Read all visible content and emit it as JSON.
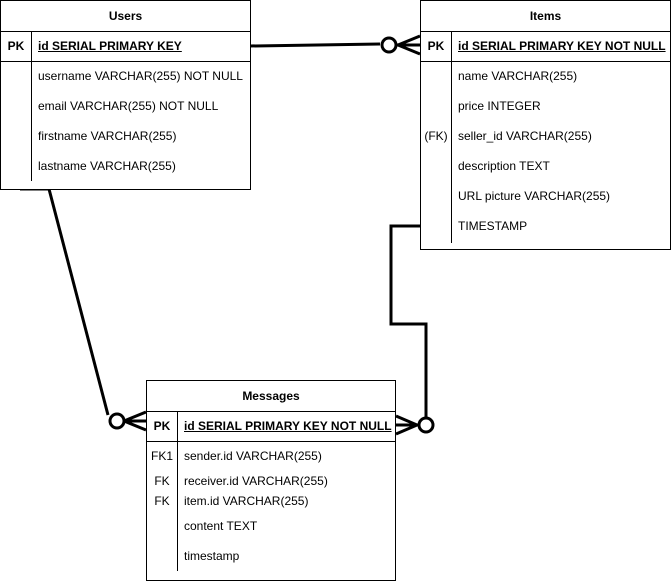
{
  "users": {
    "title": "Users",
    "pk_key": "PK",
    "pk_field": "id SERIAL PRIMARY KEY ",
    "fields": [
      {
        "key": "",
        "text": "username  VARCHAR(255) NOT NULL"
      },
      {
        "key": "",
        "text": "email VARCHAR(255) NOT NULL"
      },
      {
        "key": "",
        "text": "firstname VARCHAR(255)"
      },
      {
        "key": "",
        "text": "lastname VARCHAR(255)"
      }
    ]
  },
  "items": {
    "title": "Items",
    "pk_key": "PK",
    "pk_field": "id SERIAL PRIMARY KEY NOT NULL",
    "fields": [
      {
        "key": "",
        "text": "name VARCHAR(255)"
      },
      {
        "key": "",
        "text": "price INTEGER"
      },
      {
        "key": "(FK)",
        "text": "seller_id VARCHAR(255)"
      },
      {
        "key": "",
        "text": "description TEXT"
      },
      {
        "key": "",
        "text": "URL picture VARCHAR(255)"
      },
      {
        "key": "",
        "text": "TIMESTAMP"
      }
    ]
  },
  "messages": {
    "title": "Messages",
    "pk_key": "PK",
    "pk_field": "id SERIAL PRIMARY KEY NOT NULL",
    "fields": [
      {
        "key": "FK1",
        "text": "sender.id VARCHAR(255)"
      },
      {
        "key": "FK",
        "text": "receiver.id VARCHAR(255)"
      },
      {
        "key": "FK",
        "text": "item.id VARCHAR(255)"
      },
      {
        "key": "",
        "text": "content TEXT"
      },
      {
        "key": "",
        "text": "timestamp"
      }
    ]
  },
  "relations": [
    {
      "from": "users",
      "to": "items",
      "to_end": "zero-or-many"
    },
    {
      "from": "users",
      "to": "messages",
      "to_end": "zero-or-many"
    },
    {
      "from": "items",
      "to": "messages",
      "to_end": "zero-or-many"
    }
  ]
}
